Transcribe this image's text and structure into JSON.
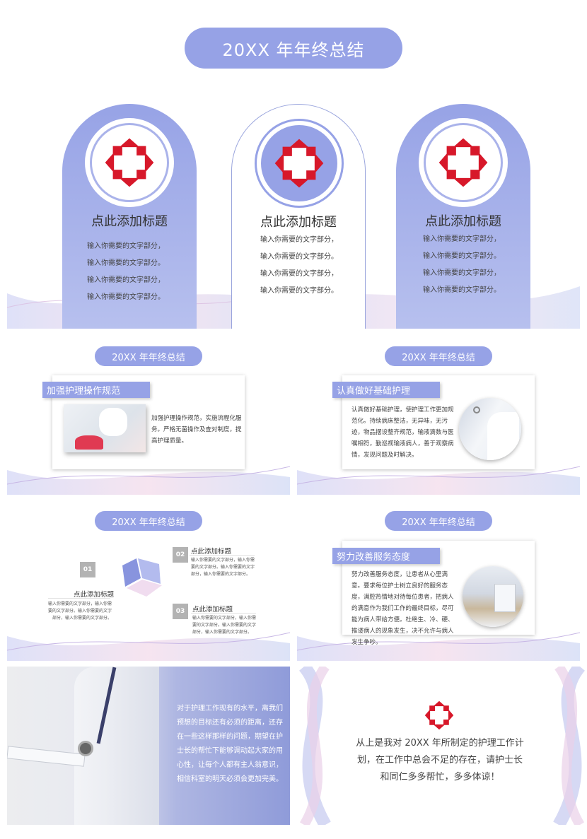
{
  "cover": {
    "title": "20XX 年年终总结",
    "cards": [
      {
        "title": "点此添加标题",
        "lines": [
          "输入你需要的文字部分，",
          "输入你需要的文字部分。",
          "输入你需要的文字部分，",
          "输入你需要的文字部分。"
        ]
      },
      {
        "title": "点此添加标题",
        "lines": [
          "输入你需要的文字部分，",
          "输入你需要的文字部分。",
          "输入你需要的文字部分，",
          "输入你需要的文字部分。"
        ]
      },
      {
        "title": "点此添加标题",
        "lines": [
          "输入你需要的文字部分，",
          "输入你需要的文字部分。",
          "输入你需要的文字部分，",
          "输入你需要的文字部分。"
        ]
      }
    ]
  },
  "slide2": {
    "header": "20XX 年年终总结",
    "tag": "加强护理操作规范",
    "text": "加强护理操作规范，实施流程化服务。严格无菌操作及查对制度，提高护理质量。"
  },
  "slide3": {
    "header": "20XX 年年终总结",
    "tag": "认真做好基础护理",
    "text": "认真做好基础护理，使护理工作更加规范化。持续病床整洁，无异味，无污迹，物品摆设整齐规范，输液滴数与医嘱相符，勤巡视输液病人，善于观察病情，发现问题及时解决。"
  },
  "slide4": {
    "header": "20XX 年年终总结",
    "items": [
      {
        "num": "01",
        "title": "点此添加标题",
        "desc": "输入你需要的文字部分，输入你需要的文字部分。输入你需要的文字部分，输入你需要的文字部分。"
      },
      {
        "num": "02",
        "title": "点此添加标题",
        "desc": "输入你需要的文字部分，输入你需要的文字部分。输入你需要的文字部分，输入你需要的文字部分。"
      },
      {
        "num": "03",
        "title": "点此添加标题",
        "desc": "输入你需要的文字部分，输入你需要的文字部分。输入你需要的文字部分，输入你需要的文字部分。"
      }
    ]
  },
  "slide5": {
    "header": "20XX 年年终总结",
    "tag": "努力改善服务态度",
    "text": "努力改善服务态度，让患者从心里满意。要求每位护士树立良好的服务态度，满腔热情地对待每位患者，把病人的满意作为我们工作的最终目标，尽可能为病人带给方便。杜绝生、冷、硬、推诿病人的现象发生，决不允许与病人发生争吵。"
  },
  "slide6": {
    "text": "对于护理工作现有的水平，离我们预想的目标还有必须的距离，还存在一些这样那样的问题，期望在护士长的帮忙下能够调动起大家的用心性，让每个人都有主人翁意识，相信科室的明天必须会更加完美。"
  },
  "slide7": {
    "text": "从上是我对 20XX 年所制定的护理工作计划，在工作中总会不足的存在，请护士长和同仁多多帮忙，多多体谅！"
  },
  "colors": {
    "accent": "#96a2e6",
    "cross": "#d7182a"
  }
}
